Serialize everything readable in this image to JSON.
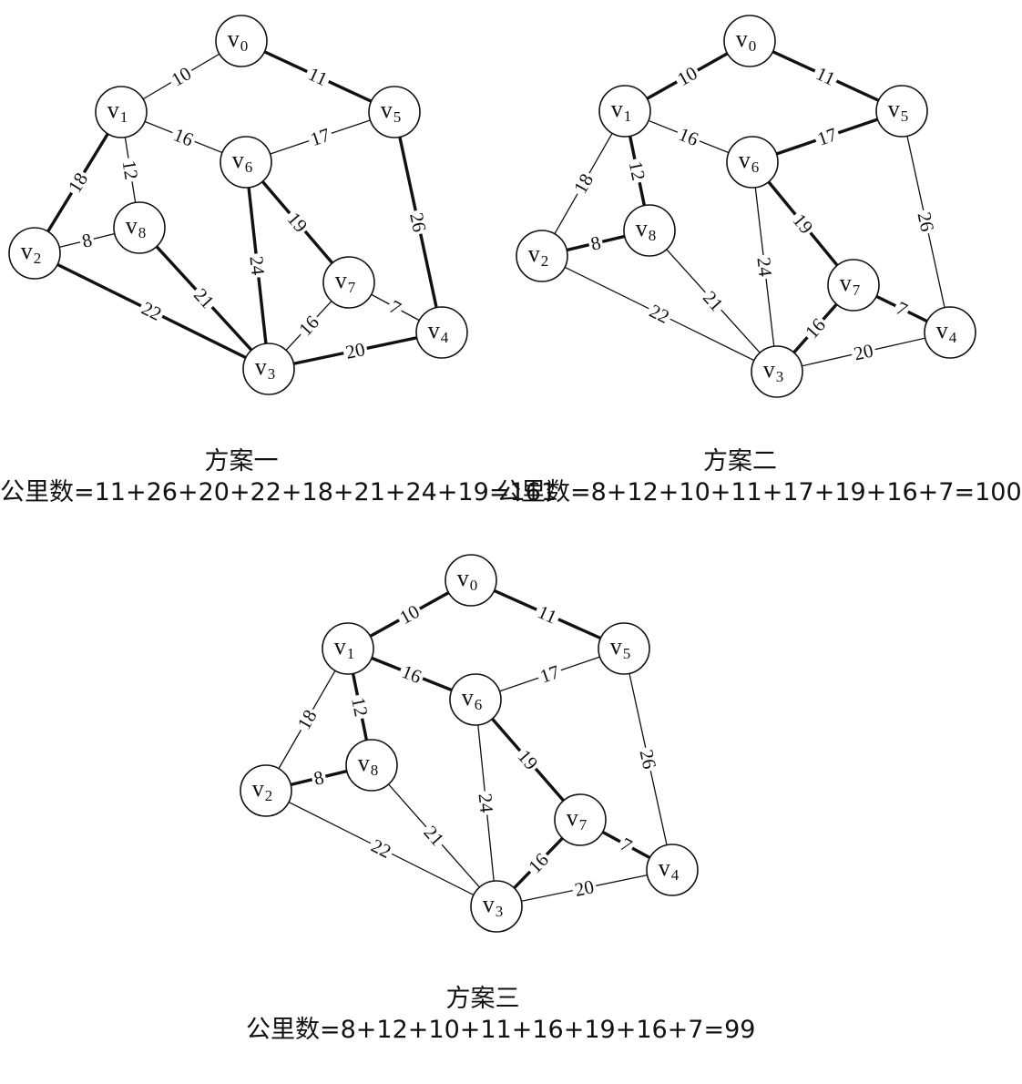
{
  "nodes": [
    {
      "id": "v0",
      "letter": "v",
      "sub": "0"
    },
    {
      "id": "v1",
      "letter": "v",
      "sub": "1"
    },
    {
      "id": "v2",
      "letter": "v",
      "sub": "2"
    },
    {
      "id": "v3",
      "letter": "v",
      "sub": "3"
    },
    {
      "id": "v4",
      "letter": "v",
      "sub": "4"
    },
    {
      "id": "v5",
      "letter": "v",
      "sub": "5"
    },
    {
      "id": "v6",
      "letter": "v",
      "sub": "6"
    },
    {
      "id": "v7",
      "letter": "v",
      "sub": "7"
    },
    {
      "id": "v8",
      "letter": "v",
      "sub": "8"
    }
  ],
  "edges": [
    {
      "id": "e-v0-v1",
      "from": "v0",
      "to": "v1",
      "weight": "10"
    },
    {
      "id": "e-v0-v5",
      "from": "v0",
      "to": "v5",
      "weight": "11"
    },
    {
      "id": "e-v1-v6",
      "from": "v1",
      "to": "v6",
      "weight": "16"
    },
    {
      "id": "e-v5-v6",
      "from": "v5",
      "to": "v6",
      "weight": "17"
    },
    {
      "id": "e-v1-v2",
      "from": "v1",
      "to": "v2",
      "weight": "18"
    },
    {
      "id": "e-v1-v8",
      "from": "v1",
      "to": "v8",
      "weight": "12"
    },
    {
      "id": "e-v2-v8",
      "from": "v2",
      "to": "v8",
      "weight": "8"
    },
    {
      "id": "e-v2-v3",
      "from": "v2",
      "to": "v3",
      "weight": "22"
    },
    {
      "id": "e-v8-v3",
      "from": "v8",
      "to": "v3",
      "weight": "21"
    },
    {
      "id": "e-v6-v3",
      "from": "v6",
      "to": "v3",
      "weight": "24"
    },
    {
      "id": "e-v6-v7",
      "from": "v6",
      "to": "v7",
      "weight": "19"
    },
    {
      "id": "e-v7-v3",
      "from": "v7",
      "to": "v3",
      "weight": "16"
    },
    {
      "id": "e-v7-v4",
      "from": "v7",
      "to": "v4",
      "weight": "7"
    },
    {
      "id": "e-v3-v4",
      "from": "v3",
      "to": "v4",
      "weight": "20"
    },
    {
      "id": "e-v5-v4",
      "from": "v5",
      "to": "v4",
      "weight": "26"
    }
  ],
  "schemes": [
    {
      "id": "scheme-1",
      "title": "方案一",
      "formula": "公里数=11+26+20+22+18+21+24+19=161",
      "bold_edges": [
        "e-v0-v5",
        "e-v5-v4",
        "e-v3-v4",
        "e-v2-v3",
        "e-v1-v2",
        "e-v8-v3",
        "e-v6-v3",
        "e-v6-v7"
      ]
    },
    {
      "id": "scheme-2",
      "title": "方案二",
      "formula": "公里数=8+12+10+11+17+19+16+7=100",
      "bold_edges": [
        "e-v2-v8",
        "e-v1-v8",
        "e-v0-v1",
        "e-v0-v5",
        "e-v5-v6",
        "e-v6-v7",
        "e-v7-v3",
        "e-v7-v4"
      ]
    },
    {
      "id": "scheme-3",
      "title": "方案三",
      "formula": "公里数=8+12+10+11+16+19+16+7=99",
      "bold_edges": [
        "e-v2-v8",
        "e-v1-v8",
        "e-v0-v1",
        "e-v0-v5",
        "e-v1-v6",
        "e-v6-v7",
        "e-v7-v3",
        "e-v7-v4"
      ]
    }
  ]
}
